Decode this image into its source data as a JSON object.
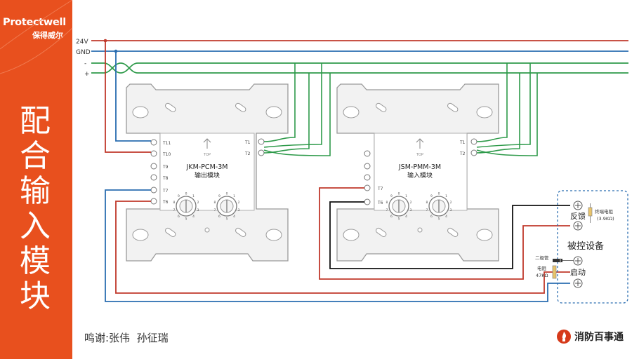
{
  "brand": {
    "name": "Protectwell",
    "name_cn": "保得威尔",
    "accent": "#e8501e"
  },
  "slide_title": "配合输入模块",
  "credits": "鸣谢:张伟  孙征瑞",
  "logo_text": "消防百事通",
  "bus": {
    "lines": [
      {
        "label": "24V",
        "color": "#c0392b"
      },
      {
        "label": "GND",
        "color": "#2a6db0"
      },
      {
        "label": "-",
        "color": "#2e9a4a"
      },
      {
        "label": "+",
        "color": "#2e9a4a"
      }
    ]
  },
  "modules": [
    {
      "model": "JKM-PCM-3M",
      "name": "输出模块",
      "top_label": "TOP",
      "left_terminals": [
        "T11",
        "T10",
        "T9",
        "T8",
        "T7",
        "T6"
      ],
      "right_terminals": [
        "T1",
        "T2"
      ]
    },
    {
      "model": "JSM-PMM-3M",
      "name": "输入模块",
      "top_label": "TOP",
      "left_terminals": [
        "T7",
        "T6"
      ],
      "right_terminals": [
        "T1",
        "T2"
      ]
    }
  ],
  "dial_numbers": [
    "0",
    "1",
    "2",
    "3",
    "4",
    "5",
    "6",
    "7",
    "8",
    "9"
  ],
  "device": {
    "title": "被控设备",
    "feedback_label": "反馈",
    "start_label": "启动",
    "eol_resistor_label": "终端电阻",
    "eol_resistor_value": "(3.9KΩ)",
    "diode_label": "二极管",
    "resistor_label": "电阻",
    "resistor_value": "47KΩ"
  },
  "colors": {
    "red": "#c0392b",
    "blue": "#2a6db0",
    "green": "#2e9a4a",
    "black": "#111111",
    "module": "#f2f2f2",
    "outline": "#9a9a9a"
  }
}
